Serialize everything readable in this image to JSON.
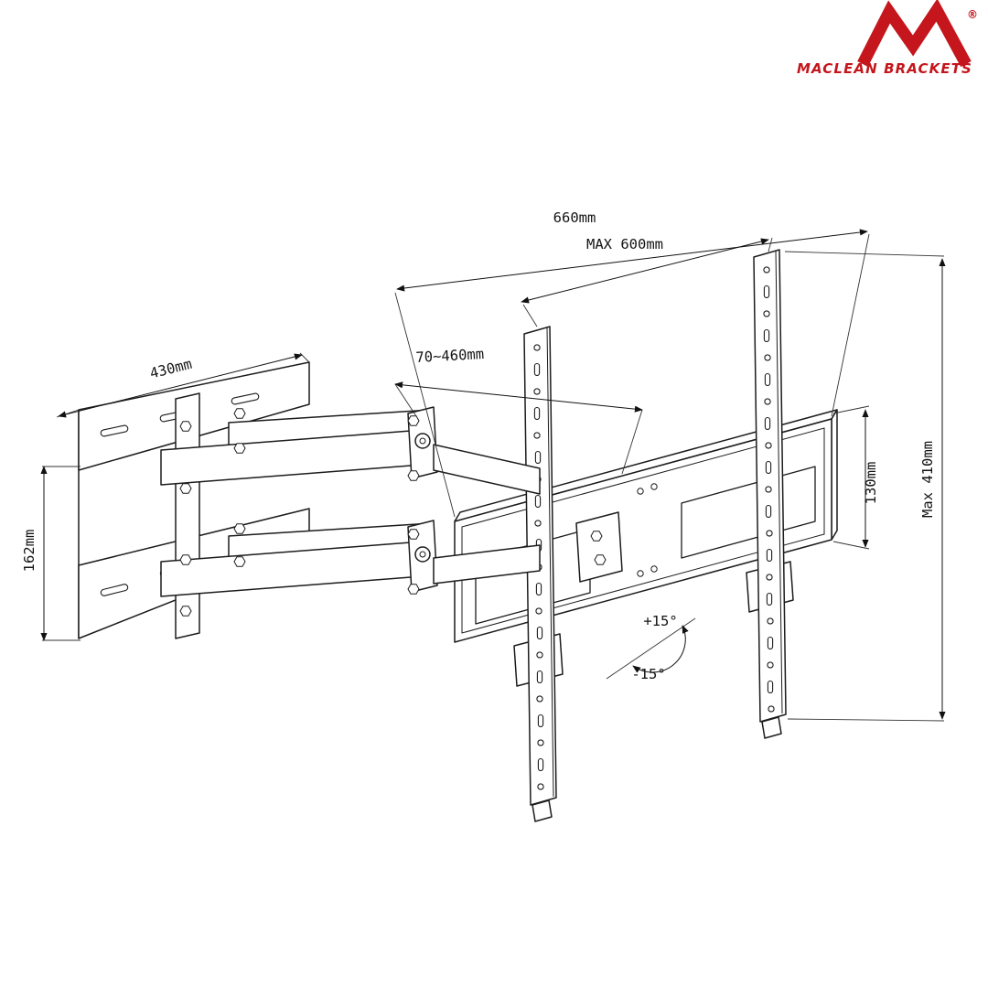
{
  "brand": {
    "name": "MACLEAN BRACKETS",
    "registered": "®",
    "accent_color": "#c4161c"
  },
  "drawing": {
    "line_color": "#1c1c1c",
    "labels": {
      "width_total": "660mm",
      "width_max": "MAX 600mm",
      "arm_range": "70~460mm",
      "wall_plate_width": "430mm",
      "wall_plate_height": "162mm",
      "plate_edge_height": "130mm",
      "rail_max_height": "Max 410mm",
      "tilt_up": "+15°",
      "tilt_down": "-15°"
    }
  }
}
